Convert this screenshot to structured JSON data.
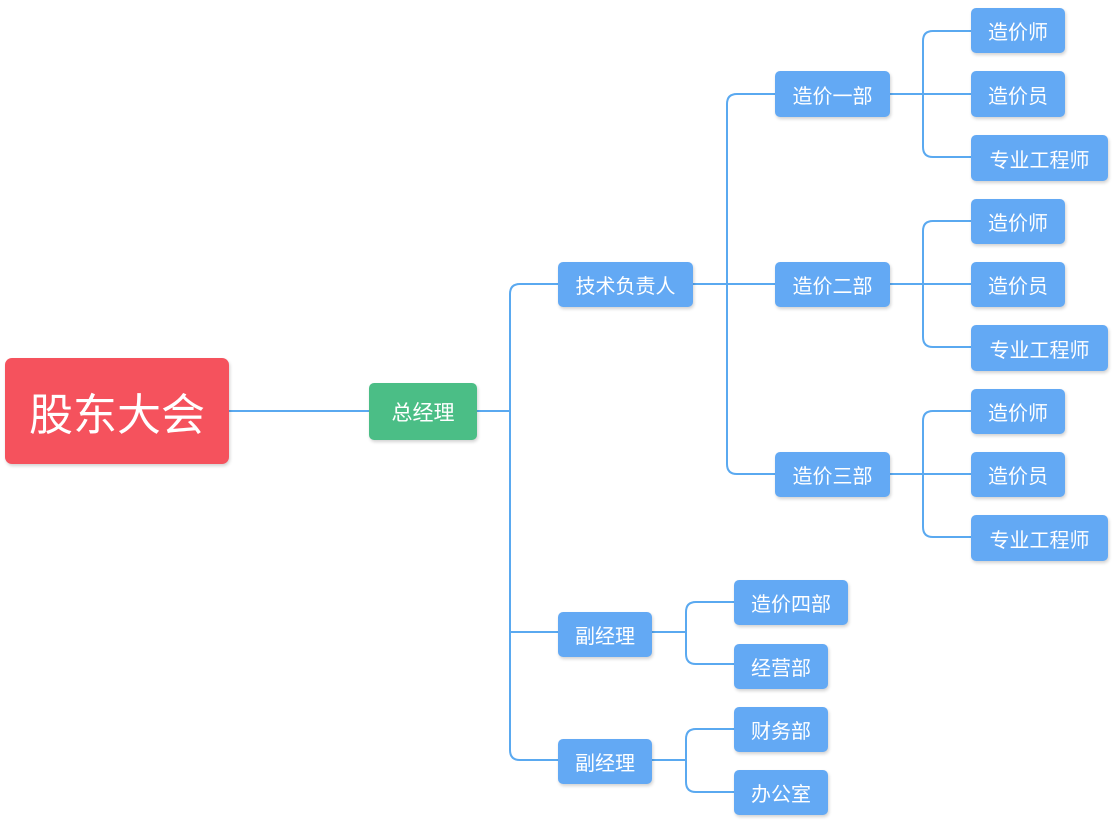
{
  "root": "股东大会",
  "gm": "总经理",
  "tech_lead": "技术负责人",
  "dept1": {
    "name": "造价一部",
    "c1": "造价师",
    "c2": "造价员",
    "c3": "专业工程师"
  },
  "dept2": {
    "name": "造价二部",
    "c1": "造价师",
    "c2": "造价员",
    "c3": "专业工程师"
  },
  "dept3": {
    "name": "造价三部",
    "c1": "造价师",
    "c2": "造价员",
    "c3": "专业工程师"
  },
  "deputy1": {
    "name": "副经理",
    "c1": "造价四部",
    "c2": "经营部"
  },
  "deputy2": {
    "name": "副经理",
    "c1": "财务部",
    "c2": "办公室"
  },
  "colors": {
    "root": "#f5525d",
    "gm": "#4bbe86",
    "node": "#63a9f4",
    "line": "#5aa9f0"
  }
}
